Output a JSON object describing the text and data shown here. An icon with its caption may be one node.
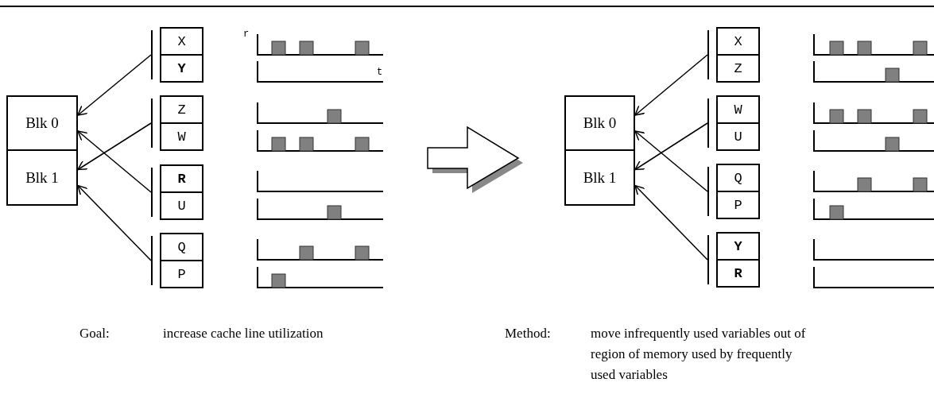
{
  "diagram": {
    "nodes": [
      {
        "text": [
          "Blk 0"
        ]
      },
      {
        "text": [
          "Blk 1"
        ]
      },
      {
        "text": [],
        "shape": "bar"
      },
      {
        "text": [
          "X"
        ]
      },
      {
        "text": [
          "Y"
        ]
      },
      {
        "text": [],
        "shape": "bar"
      },
      {
        "text": [
          "Z"
        ]
      },
      {
        "text": [
          "W"
        ]
      },
      {
        "text": [],
        "shape": "bar"
      },
      {
        "text": [
          "R"
        ]
      },
      {
        "text": [
          "U"
        ]
      },
      {
        "text": [],
        "shape": "bar"
      },
      {
        "text": [
          "Q"
        ]
      },
      {
        "text": [
          "P"
        ]
      },
      {
        "text": [
          "Blk 0"
        ]
      },
      {
        "text": [
          "Blk 1"
        ]
      },
      {
        "text": [],
        "shape": "bar"
      },
      {
        "text": [
          "X"
        ]
      },
      {
        "text": [
          "Z"
        ]
      },
      {
        "text": [],
        "shape": "bar"
      },
      {
        "text": [
          "W"
        ]
      },
      {
        "text": [
          "U"
        ]
      },
      {
        "text": [],
        "shape": "bar"
      },
      {
        "text": [
          "Q"
        ]
      },
      {
        "text": [
          "P"
        ]
      },
      {
        "text": [],
        "shape": "bar"
      },
      {
        "text": [
          "Y"
        ]
      },
      {
        "text": [
          "R"
        ]
      }
    ],
    "edges": [
      {
        "from": 2,
        "to": 0,
        "arrow": "to"
      },
      {
        "from": 5,
        "to": 1,
        "arrow": "to"
      },
      {
        "from": 8,
        "to": 0,
        "arrow": "to"
      },
      {
        "from": 11,
        "to": 1,
        "arrow": "to"
      },
      {
        "from": 16,
        "to": 14,
        "arrow": "to"
      },
      {
        "from": 19,
        "to": 15,
        "arrow": "to"
      },
      {
        "from": 22,
        "to": 14,
        "arrow": "to"
      },
      {
        "from": 25,
        "to": 15,
        "arrow": "to"
      }
    ],
    "labels": [
      "r",
      "t",
      "Goal:",
      "increase cache line utilization",
      "Method:",
      "move infrequently used variables out of region of memory used by frequently used variables"
    ]
  }
}
